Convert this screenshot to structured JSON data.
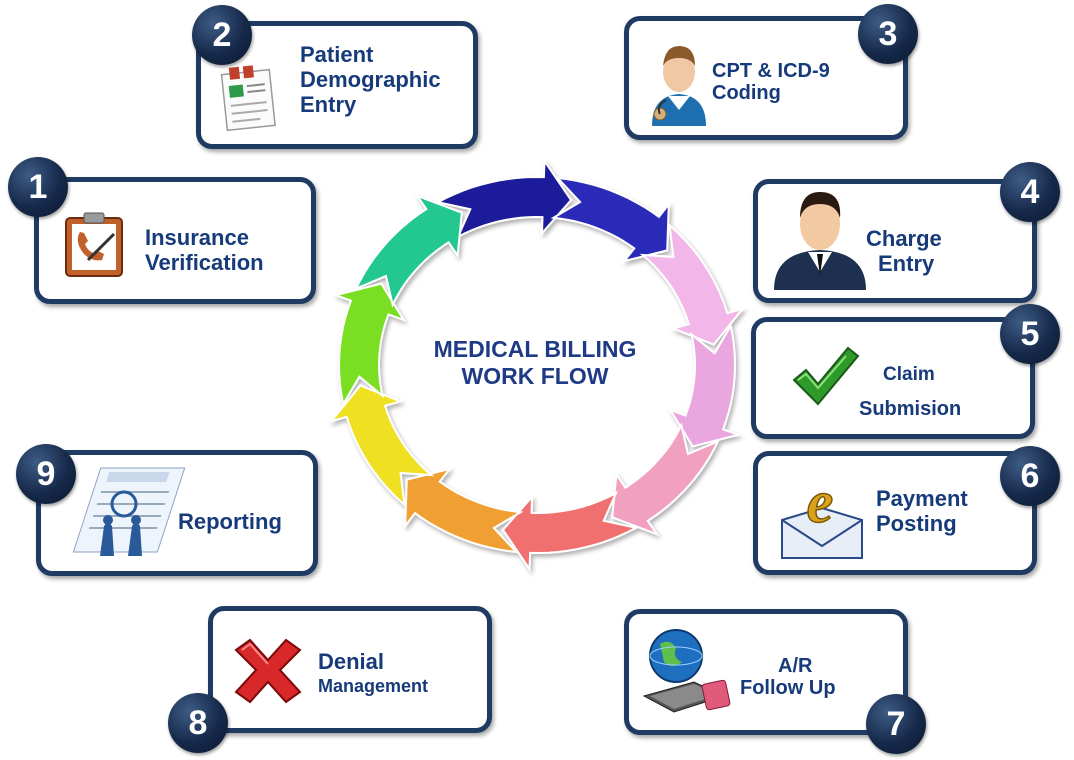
{
  "center": {
    "line1": "MEDICAL BILLING",
    "line2": "WORK FLOW"
  },
  "steps": [
    {
      "number": "1",
      "line1": "Insurance",
      "line2": "Verification",
      "icon": "clipboard-phone-icon"
    },
    {
      "number": "2",
      "line1": "Patient",
      "line2": "Demographic",
      "line3": "Entry",
      "icon": "medical-form-icon"
    },
    {
      "number": "3",
      "line1": "CPT & ICD-9",
      "line2": "Coding",
      "icon": "doctor-icon"
    },
    {
      "number": "4",
      "line1": "Charge",
      "line2": "Entry",
      "icon": "businessman-icon"
    },
    {
      "number": "5",
      "line1": "Claim",
      "line2": "Submision",
      "icon": "checkmark-icon"
    },
    {
      "number": "6",
      "line1": "Payment",
      "line2": "Posting",
      "icon": "email-envelope-icon"
    },
    {
      "number": "7",
      "line1": "A/R",
      "line2": "Follow Up",
      "icon": "globe-computer-icon"
    },
    {
      "number": "8",
      "line1": "Denial",
      "line2": "Management",
      "icon": "red-x-icon"
    },
    {
      "number": "9",
      "line1": "Reporting",
      "icon": "credit-report-icon"
    }
  ],
  "colors": {
    "card_border": "#1f3b63",
    "badge": "#16294a",
    "label_text": "#163a7a"
  }
}
